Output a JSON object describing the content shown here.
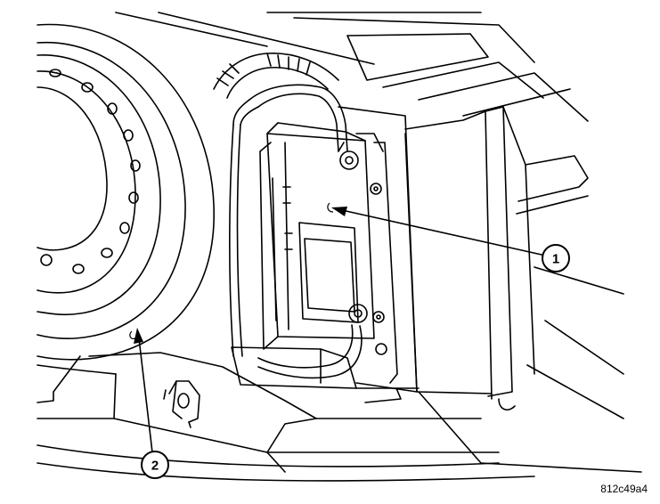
{
  "callouts": [
    {
      "label": "1"
    },
    {
      "label": "2"
    }
  ],
  "figure_id": "812c49a4"
}
